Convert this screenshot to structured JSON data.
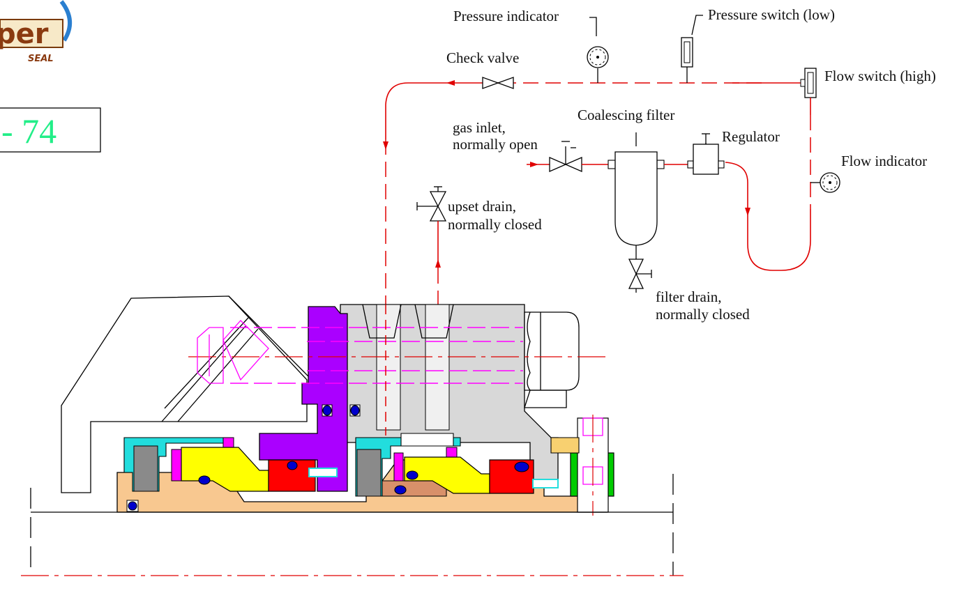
{
  "logo": {
    "brand_text": "per",
    "sub_text": "SEAL"
  },
  "plan_box": {
    "text": "- 74"
  },
  "labels": {
    "pressure_indicator": "Pressure indicator",
    "pressure_switch_low": "Pressure switch (low)",
    "check_valve": "Check valve",
    "flow_switch_high": "Flow switch (high)",
    "coalescing_filter": "Coalescing filter",
    "gas_inlet_line1": "gas inlet,",
    "gas_inlet_line2": "normally open",
    "regulator": "Regulator",
    "flow_indicator": "Flow indicator",
    "upset_drain_line1": "upset drain,",
    "upset_drain_line2": "normally closed",
    "filter_drain_line1": "filter drain,",
    "filter_drain_line2": "normally closed"
  },
  "colors": {
    "piping": "#e00000",
    "gland_purple": "#aa00ff",
    "sleeve": "#f8c890",
    "seal_face_red": "#ff0000",
    "rotating_face_yellow": "#ffff00",
    "retainer_cyan": "#22dddd",
    "housing_grey": "#d8d8d8",
    "oring_blue": "#0000cc",
    "collar_green": "#00cc00",
    "fastener_magenta": "#ff00ff",
    "plan_text_green": "#22ee88"
  }
}
